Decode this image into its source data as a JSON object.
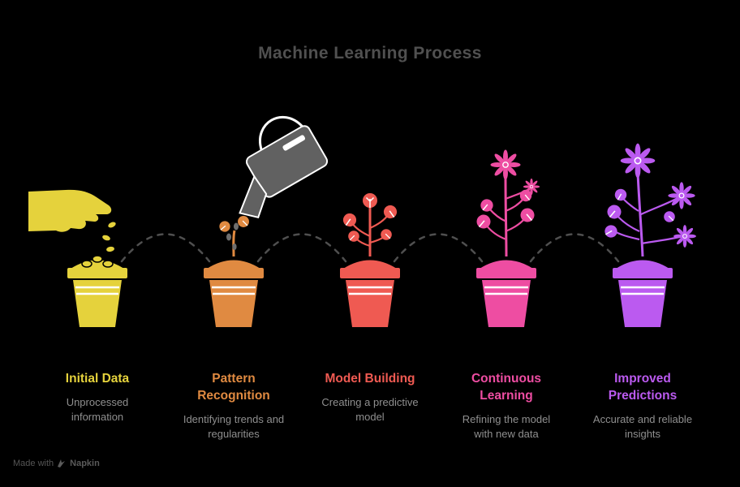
{
  "title": "Machine Learning Process",
  "stages": [
    {
      "label": "Initial Data",
      "description": "Unprocessed information",
      "color": "#e5d23c",
      "icon": "hand-dropping-seeds-into-pot"
    },
    {
      "label": "Pattern Recognition",
      "description": "Identifying trends and regularities",
      "color": "#e08a41",
      "icon": "watering-can-over-sprout-pot"
    },
    {
      "label": "Model Building",
      "description": "Creating a predictive model",
      "color": "#ef5a52",
      "icon": "young-plant-with-bud-pot"
    },
    {
      "label": "Continuous Learning",
      "description": "Refining the model with new data",
      "color": "#ee4da2",
      "icon": "flowering-plant-pot"
    },
    {
      "label": "Improved Predictions",
      "description": "Accurate and reliable insights",
      "color": "#bb5af0",
      "icon": "blooming-flowers-pot"
    }
  ],
  "colors": {
    "background": "#000000",
    "title_text": "#505050",
    "description_text": "#8f8f8f",
    "connector_dashes": "#4f4f4f",
    "watering_can": "#616161"
  },
  "footer": {
    "made_with": "Made with",
    "brand": "Napkin"
  }
}
